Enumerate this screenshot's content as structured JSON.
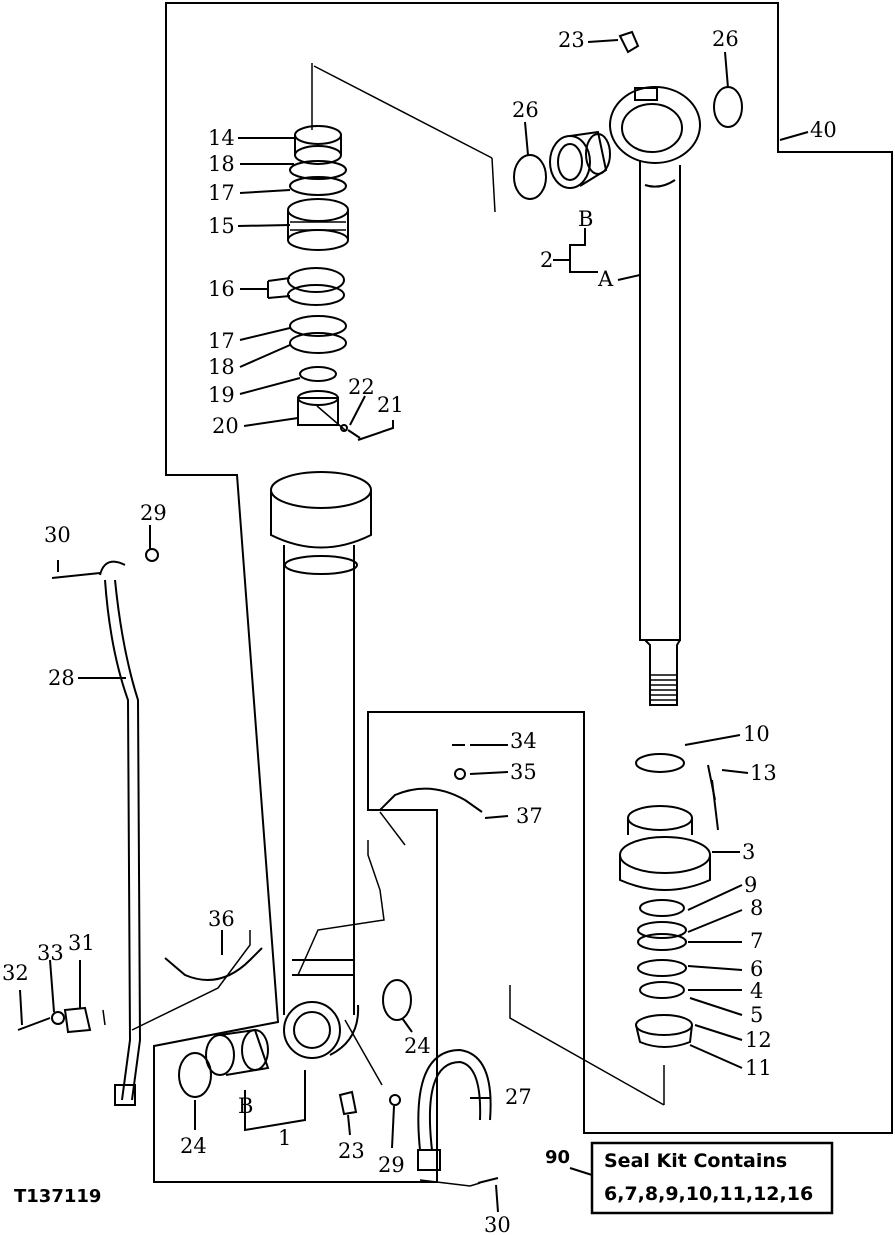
{
  "drawing_id": "T137119",
  "seal_kit": {
    "number": "90",
    "title": "Seal Kit Contains",
    "contents": "6,7,8,9,10,11,12,16"
  },
  "callouts": {
    "c1": "1",
    "c2": "2",
    "c3": "3",
    "c4": "4",
    "c5": "5",
    "c6": "6",
    "c7": "7",
    "c8": "8",
    "c9": "9",
    "c10": "10",
    "c11": "11",
    "c12": "12",
    "c13": "13",
    "c14": "14",
    "c15": "15",
    "c16": "16",
    "c17a": "17",
    "c17b": "17",
    "c18a": "18",
    "c18b": "18",
    "c19": "19",
    "c20": "20",
    "c21": "21",
    "c22": "22",
    "c23a": "23",
    "c23b": "23",
    "c24a": "24",
    "c24b": "24",
    "c26a": "26",
    "c26b": "26",
    "c27": "27",
    "c28": "28",
    "c29a": "29",
    "c29b": "29",
    "c30a": "30",
    "c30b": "30",
    "c31": "31",
    "c32": "32",
    "c33": "33",
    "c34": "34",
    "c35": "35",
    "c36": "36",
    "c37": "37",
    "c40": "40",
    "cA": "A",
    "cB1": "B",
    "cB2": "B"
  }
}
